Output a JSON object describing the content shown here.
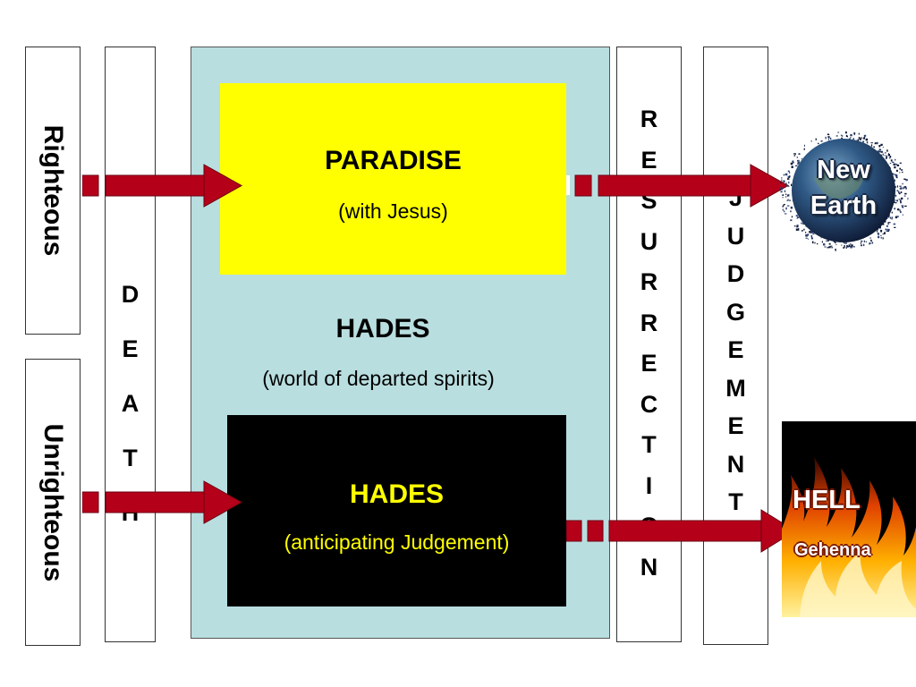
{
  "colors": {
    "hades_region": "#b9dee0",
    "paradise": "#ffff00",
    "hades_lower": "#000000",
    "arrow": "#b5001a",
    "hades_lower_text": "#ffff00"
  },
  "labels": {
    "righteous": "Righteous",
    "unrighteous": "Unrighteous",
    "death_letters": [
      "D",
      "E",
      "A",
      "T",
      "H"
    ],
    "resurrection_letters": [
      "R",
      "E",
      "S",
      "U",
      "R",
      "R",
      "E",
      "C",
      "T",
      "I",
      "O",
      "N"
    ],
    "judgement_letters": [
      "J",
      "U",
      "D",
      "G",
      "E",
      "M",
      "E",
      "N",
      "T"
    ]
  },
  "paradise": {
    "title": "PARADISE",
    "subtitle": "(with Jesus)"
  },
  "hades": {
    "title": "HADES",
    "subtitle": "(world of departed spirits)"
  },
  "hades_lower": {
    "title": "HADES",
    "subtitle": "(anticipating Judgement)"
  },
  "new_earth": {
    "line1": "New",
    "line2": "Earth",
    "icon": "earth-globe-icon"
  },
  "hell": {
    "title": "HELL",
    "subtitle": "Gehenna",
    "icon": "fire-icon"
  }
}
